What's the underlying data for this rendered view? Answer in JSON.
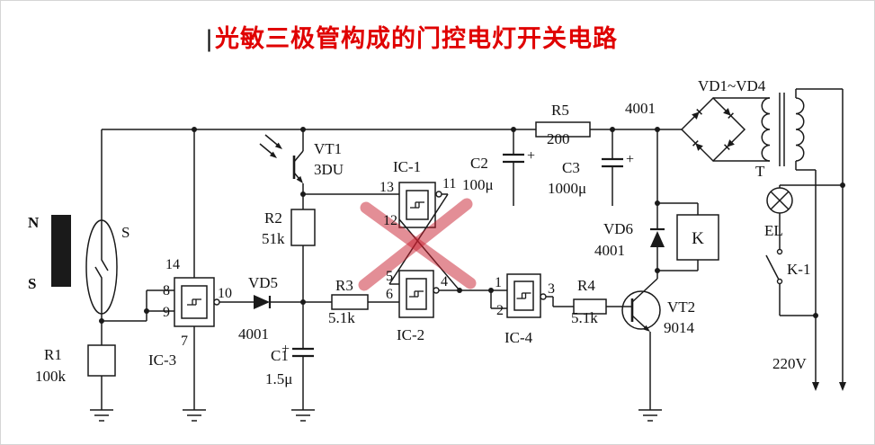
{
  "title": {
    "cursor": "|",
    "text": "光敏三极管构成的门控电灯开关电路"
  },
  "colors": {
    "title": "#e00000",
    "wire": "#1a1a1a",
    "watermark": "rgba(200,30,45,0.5)"
  },
  "components": {
    "magnet": {
      "n": "N",
      "s": "S"
    },
    "reed": {
      "label": "S"
    },
    "r1": {
      "name": "R1",
      "value": "100k"
    },
    "r2": {
      "name": "R2",
      "value": "51k"
    },
    "r3": {
      "name": "R3",
      "value": "5.1k"
    },
    "r4": {
      "name": "R4",
      "value": "5.1k"
    },
    "r5": {
      "name": "R5",
      "value": "200"
    },
    "c1": {
      "name": "C1",
      "value": "1.5μ",
      "plus": "+"
    },
    "c2": {
      "name": "C2",
      "value": "100μ",
      "plus": "+"
    },
    "c3": {
      "name": "C3",
      "value": "1000μ",
      "plus": "+"
    },
    "vt1": {
      "name": "VT1",
      "value": "3DU"
    },
    "vt2": {
      "name": "VT2",
      "value": "9014"
    },
    "vd5": {
      "name": "VD5",
      "value": "4001"
    },
    "vd6": {
      "name": "VD6",
      "value": "4001"
    },
    "bridge": {
      "name": "VD1~VD4",
      "value": "4001"
    },
    "ic1": {
      "name": "IC-1",
      "pins": {
        "in1": "13",
        "in2": "12",
        "out": "11"
      }
    },
    "ic2": {
      "name": "IC-2",
      "pins": {
        "in1": "5",
        "in2": "6",
        "out": "4"
      }
    },
    "ic3": {
      "name": "IC-3",
      "pins": {
        "vcc": "14",
        "in1": "8",
        "in2": "9",
        "out": "10",
        "gnd": "7"
      }
    },
    "ic4": {
      "name": "IC-4",
      "pins": {
        "in1": "1",
        "in2": "2",
        "out": "3"
      }
    },
    "relay": {
      "name": "K"
    },
    "transformer": {
      "name": "T"
    },
    "lamp": {
      "name": "EL"
    },
    "contact": {
      "name": "K-1"
    },
    "mains": {
      "label": "220V"
    }
  }
}
